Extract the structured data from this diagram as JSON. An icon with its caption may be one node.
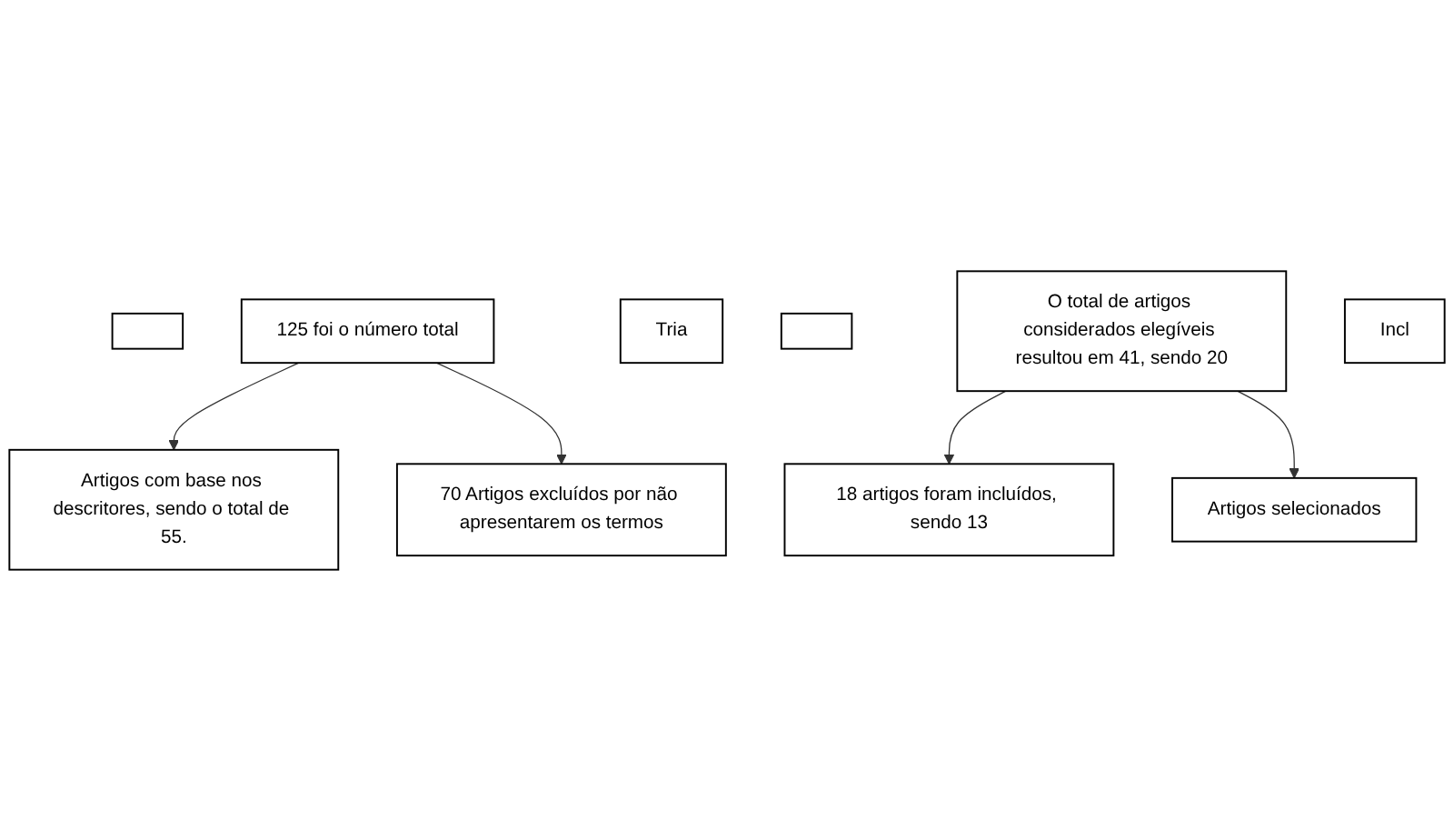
{
  "diagram": {
    "nodes": [
      {
        "text": [],
        "shape": "box"
      },
      {
        "text": [
          "125 foi o número total"
        ]
      },
      {
        "text": [
          "70 Artigos excluídos por não apresentarem os termos"
        ]
      },
      {
        "text": [
          "Tria"
        ]
      },
      {
        "text": [
          "Artigos com base nos descritores, sendo o total de 55."
        ]
      },
      {
        "text": [],
        "shape": "box"
      },
      {
        "text": [
          "O total de artigos considerados elegíveis resultou em 41, sendo 20"
        ]
      },
      {
        "text": [
          "Incl"
        ]
      },
      {
        "text": [
          "Artigos selecionados"
        ]
      },
      {
        "text": [
          "18 artigos foram incluídos, sendo 13"
        ]
      }
    ],
    "edges": [
      {
        "from": 1,
        "to": 4,
        "arrow": "to"
      },
      {
        "from": 1,
        "to": 2,
        "arrow": "to"
      },
      {
        "from": 6,
        "to": 9,
        "arrow": "to"
      },
      {
        "from": 6,
        "to": 8,
        "arrow": "to"
      }
    ]
  }
}
